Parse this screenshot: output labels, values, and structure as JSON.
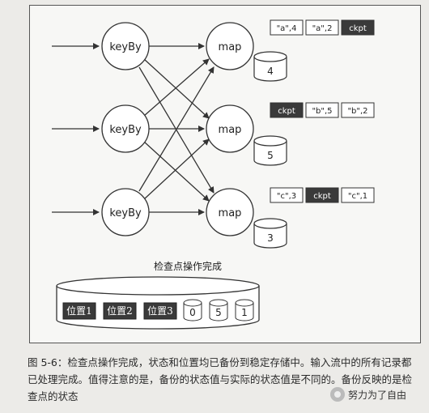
{
  "diagram": {
    "source_nodes": [
      "keyBy",
      "keyBy",
      "keyBy"
    ],
    "map_nodes": [
      {
        "label": "map",
        "state": "4",
        "buffer": [
          "\"a\",4",
          "\"a\",2",
          "ckpt"
        ]
      },
      {
        "label": "map",
        "state": "5",
        "buffer": [
          "ckpt",
          "\"b\",5",
          "\"b\",2"
        ]
      },
      {
        "label": "map",
        "state": "3",
        "buffer": [
          "\"c\",3",
          "ckpt",
          "\"c\",1"
        ]
      }
    ],
    "checkpoint_label": "检查点操作完成",
    "checkpoint_positions": [
      "位置1",
      "位置2",
      "位置3"
    ],
    "checkpoint_states": [
      "0",
      "5",
      "1"
    ],
    "highlight_token": "ckpt"
  },
  "caption": "图 5-6：检查点操作完成，状态和位置均已备份到稳定存储中。输入流中的所有记录都已处理完成。值得注意的是，备份的状态值与实际的状态值是不同的。备份反映的是检查点的状态",
  "watermark": {
    "text": "努力为了自由"
  },
  "colors": {
    "dark_box": "#3a3a3a",
    "light_box": "#ffffff",
    "line": "#333333"
  }
}
